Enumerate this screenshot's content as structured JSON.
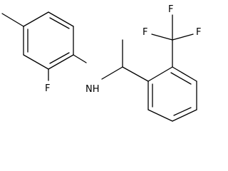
{
  "molecule": {
    "atom_labels": {
      "fluorine_ring": "F",
      "amine": "NH",
      "cf3_f1": "F",
      "cf3_f2": "F",
      "cf3_f3": "F"
    },
    "colors": {
      "bond": "#000000",
      "label": "#000000",
      "background": "#ffffff"
    }
  }
}
